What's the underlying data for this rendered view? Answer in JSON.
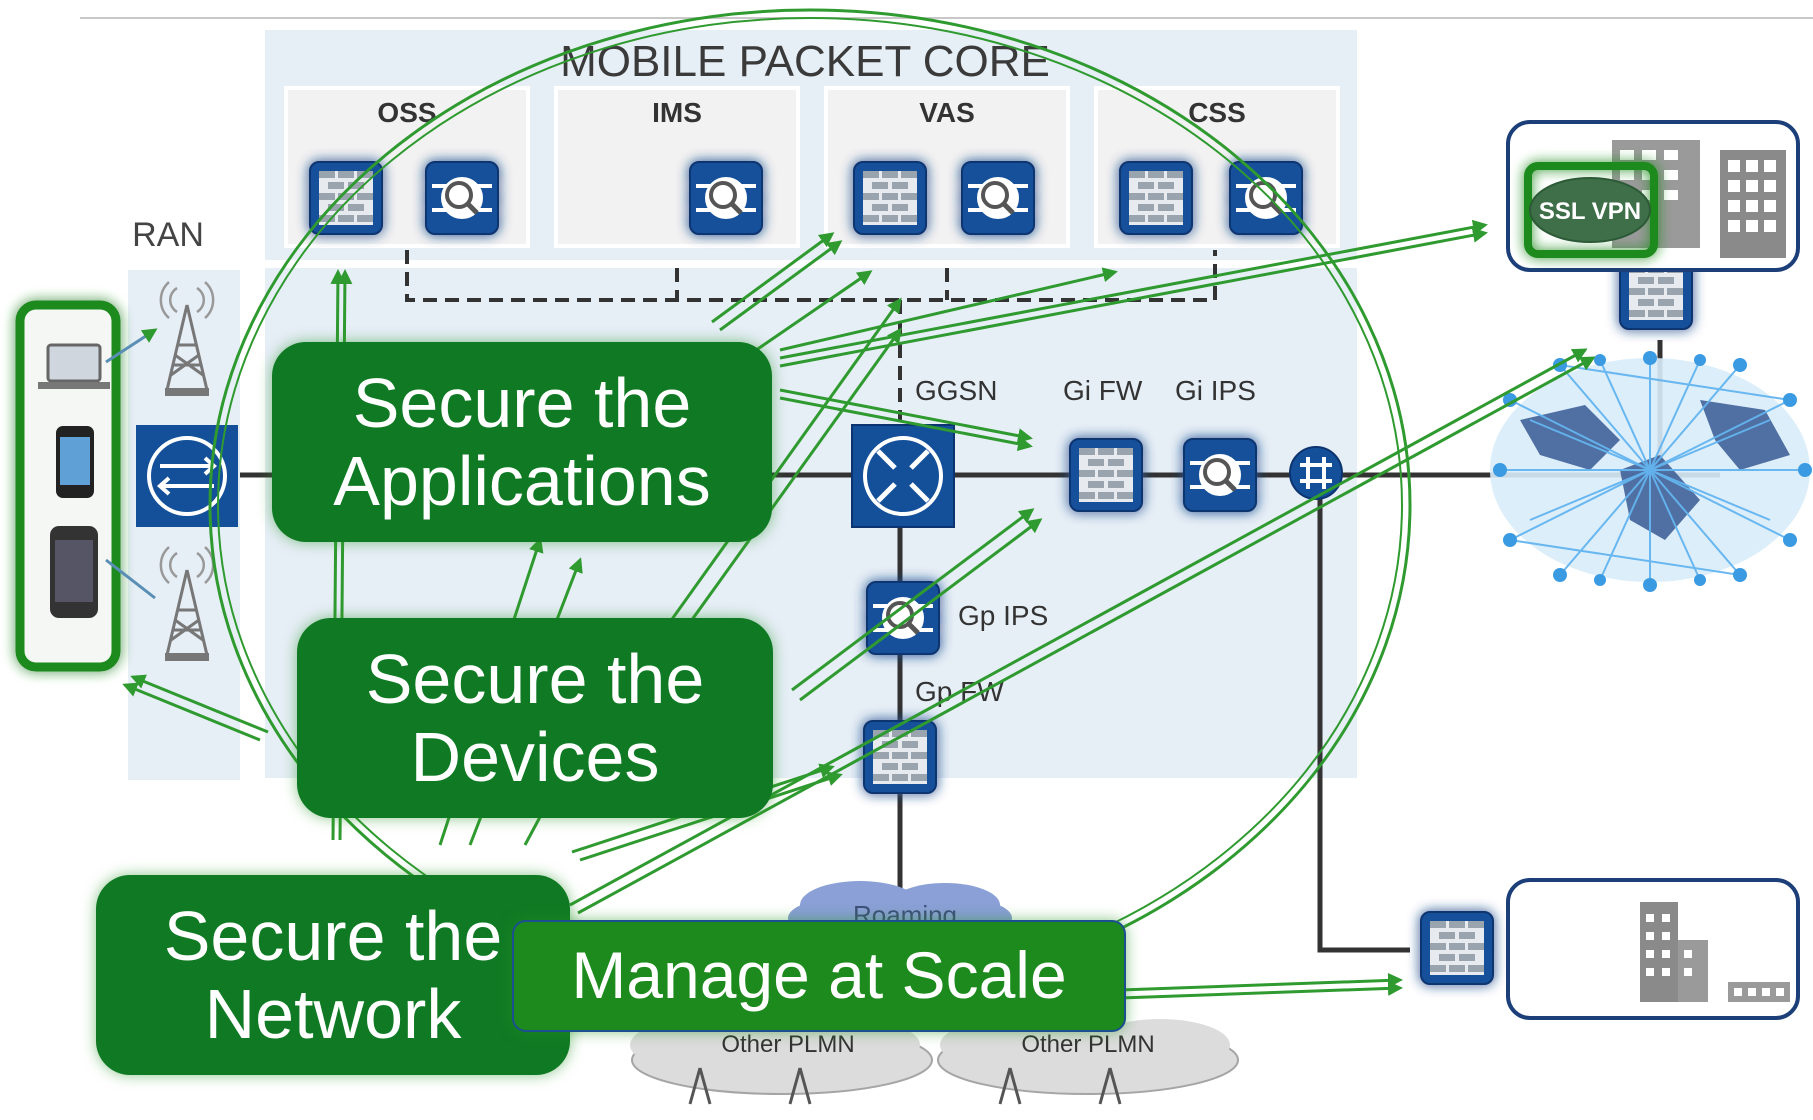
{
  "title": "MOBILE PACKET CORE",
  "sections": [
    {
      "label": "OSS"
    },
    {
      "label": "IMS"
    },
    {
      "label": "VAS"
    },
    {
      "label": "CSS"
    }
  ],
  "ran_label": "RAN",
  "node_labels": {
    "ggsn": "GGSN",
    "gi_fw": "Gi FW",
    "gi_ips": "Gi IPS",
    "gp_ips": "Gp IPS",
    "gp_fw": "Gp FW"
  },
  "ssl_vpn": "SSL VPN",
  "roaming": "Roaming",
  "plmn_1": "Other PLMN",
  "plmn_2": "Other PLMN",
  "callouts": {
    "applications": {
      "line1": "Secure the",
      "line2": "Applications"
    },
    "devices": {
      "line1": "Secure the",
      "line2": "Devices"
    },
    "network": {
      "line1": "Secure the",
      "line2": "Network"
    },
    "manage": {
      "text": "Manage at Scale"
    }
  },
  "colors": {
    "callout_green": "#0f7a23",
    "arrow_green": "#2f9a2f",
    "device_blue": "#14509a",
    "panel_bg": "#e6eef6"
  }
}
